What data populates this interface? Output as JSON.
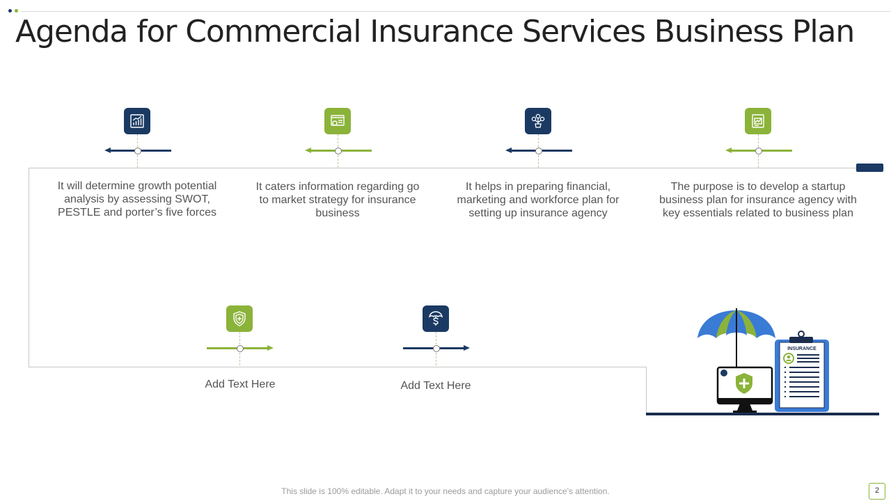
{
  "title": "Agenda for Commercial Insurance Services Business Plan",
  "colors": {
    "navy": "#1b3a63",
    "green": "#8bb33a",
    "blue": "#3a7bd5"
  },
  "top_items": [
    {
      "icon": "growth-chart-icon",
      "text": "It will determine growth potential analysis by assessing SWOT, PESTLE and porter’s five forces"
    },
    {
      "icon": "market-strategy-icon",
      "text": "It caters information regarding go to market strategy for insurance business"
    },
    {
      "icon": "money-plant-icon",
      "text": "It helps in preparing financial, marketing and workforce plan for setting up insurance agency"
    },
    {
      "icon": "business-report-icon",
      "text": "The purpose is to develop a startup business plan for insurance agency with key essentials related to business plan"
    }
  ],
  "bottom_items": [
    {
      "icon": "shield-medical-icon",
      "text": "Add Text Here"
    },
    {
      "icon": "umbrella-dollar-icon",
      "text": "Add Text Here"
    }
  ],
  "illustration": {
    "clipboard_label": "INSURANCE"
  },
  "footer": "This slide is 100% editable. Adapt it to your needs and capture your audience’s attention.",
  "page_number": "2"
}
